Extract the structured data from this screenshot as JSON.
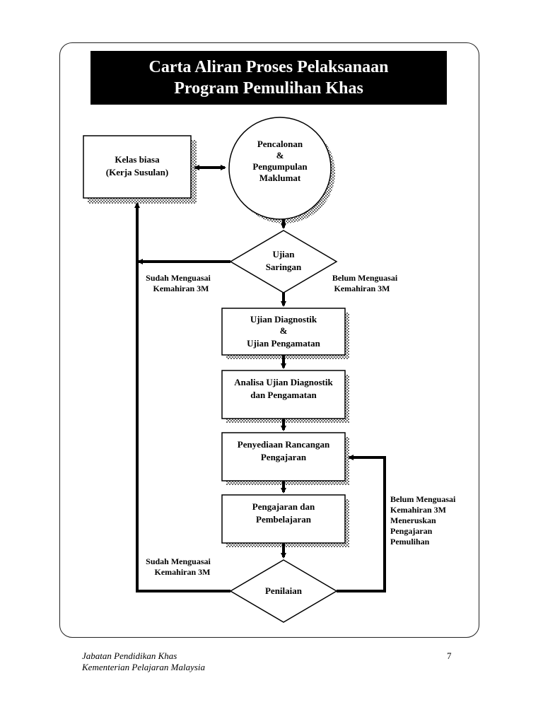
{
  "title": {
    "line1": "Carta Aliran Proses Pelaksanaan",
    "line2": "Program Pemulihan Khas"
  },
  "nodes": {
    "kelas_biasa": [
      "Kelas biasa",
      "(Kerja Susulan)"
    ],
    "pencalonan": [
      "Pencalonan",
      "&",
      "Pengumpulan",
      "Maklumat"
    ],
    "ujian_saringan": [
      "Ujian",
      "Saringan"
    ],
    "ujian_diagnostik": [
      "Ujian Diagnostik",
      "&",
      "Ujian Pengamatan"
    ],
    "analisa": [
      "Analisa Ujian Diagnostik",
      "dan Pengamatan"
    ],
    "penyediaan": [
      "Penyediaan  Rancangan",
      "Pengajaran"
    ],
    "pengajaran": [
      "Pengajaran dan",
      "Pembelajaran"
    ],
    "penilaian": [
      "Penilaian"
    ]
  },
  "labels": {
    "sudah_top": [
      "Sudah Menguasai",
      "Kemahiran 3M"
    ],
    "belum_top": [
      "Belum Menguasai",
      "Kemahiran 3M"
    ],
    "belum_right": [
      "Belum Menguasai",
      "Kemahiran 3M",
      "Meneruskan",
      "Pengajaran",
      "Pemulihan"
    ],
    "sudah_bottom": [
      "Sudah Menguasai",
      "Kemahiran 3M"
    ]
  },
  "footer": {
    "line1": "Jabatan Pendidikan Khas",
    "line2": "Kementerian Pelajaran Malaysia",
    "page": "7"
  }
}
